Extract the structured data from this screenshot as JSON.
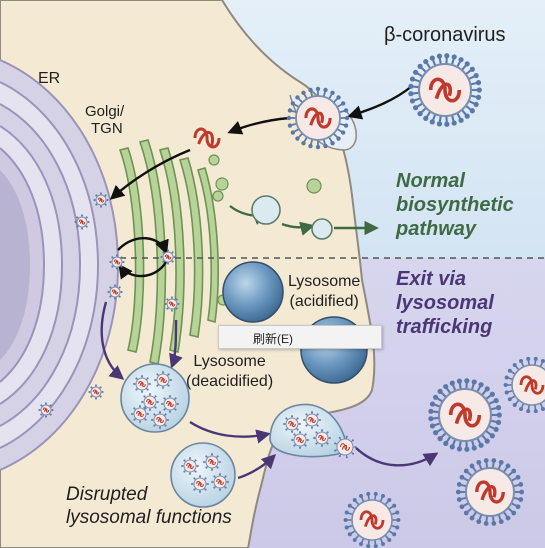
{
  "labels": {
    "er": "ER",
    "golgi_line1": "Golgi/",
    "golgi_line2": "TGN",
    "beta_coronavirus": "β-coronavirus",
    "normal_line1": "Normal",
    "normal_line2": "biosynthetic",
    "normal_line3": "pathway",
    "exit_line1": "Exit via",
    "exit_line2": "lysosomal",
    "exit_line3": "trafficking",
    "lysosome_acidified_line1": "Lysosome",
    "lysosome_acidified_line2": "(acidified)",
    "lysosome_deacidified_line1": "Lysosome",
    "lysosome_deacidified_line2": "(deacidified)",
    "disrupted_line1": "Disrupted",
    "disrupted_line2": "lysosomal functions"
  },
  "context_menu": {
    "item": "刷新(E)"
  },
  "colors": {
    "cytoplasm": "#f4ead4",
    "extracellular_top": "#dbe9f5",
    "extracellular_bottom": "#d5d4ec",
    "er": "#c9c4de",
    "golgi": "#a9c98c",
    "virus_rna": "#c0392b",
    "virus_spike": "#5b79a8",
    "normal_pathway": "#3e6a44",
    "lysosomal_pathway": "#4a3775",
    "lysosome": "#5b87b0"
  },
  "icons": [
    "virus-icon",
    "rna-icon",
    "lysosome-icon",
    "vesicle-icon"
  ]
}
